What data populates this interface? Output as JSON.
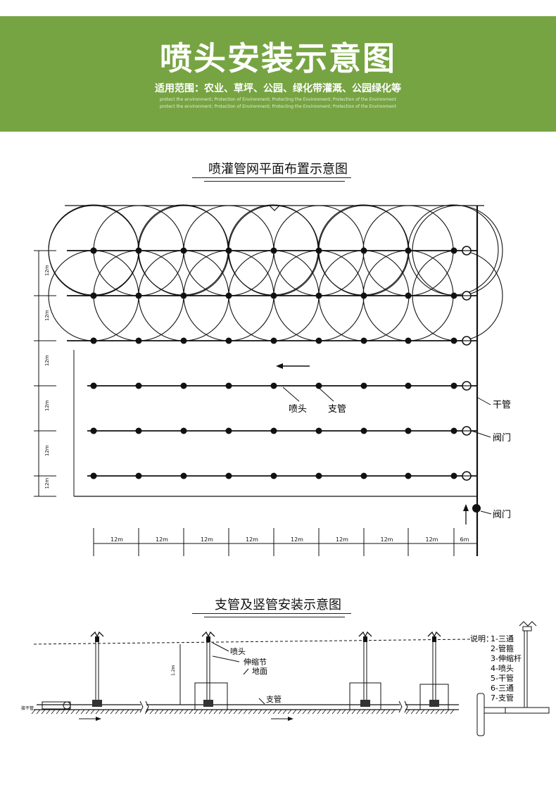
{
  "header": {
    "title": "喷头安装示意图",
    "subtitle": "适用范围：农业、草坪、公园、绿化带灌溉、公园绿化等",
    "en_line1": "protect the environment; Protection of Environment; Protecting the Environment; Protection of the Environment",
    "en_line2": "protect the environment; Protection of Environment; Protecting the Environment; Protection of the Environment",
    "bg_color": "#76a442"
  },
  "plan": {
    "title": "喷灌管网平面布置示意图",
    "labels": {
      "sprinkler": "喷头",
      "branch_pipe": "支管",
      "main_pipe": "干管",
      "valve_1": "阀门",
      "valve_2": "阀门"
    },
    "spacing_labels": [
      "12m",
      "12m",
      "12m",
      "12m",
      "12m",
      "12m",
      "12m",
      "12m",
      "6m"
    ],
    "row_spacing_labels": [
      "12m",
      "12m",
      "12m",
      "12m",
      "12m",
      "12m"
    ]
  },
  "section": {
    "title": "支管及竖管安装示意图",
    "labels": {
      "sprinkler": "喷头",
      "riser": "伸缩节",
      "ground": "地面",
      "branch": "支管",
      "height": "1.2m",
      "main": "接干管"
    },
    "legend": {
      "title": "说明：",
      "items": [
        "1-三通",
        "2-管箍",
        "3-伸缩杆",
        "4-喷头",
        "5-干管",
        "6-三通",
        "7-支管"
      ]
    }
  }
}
